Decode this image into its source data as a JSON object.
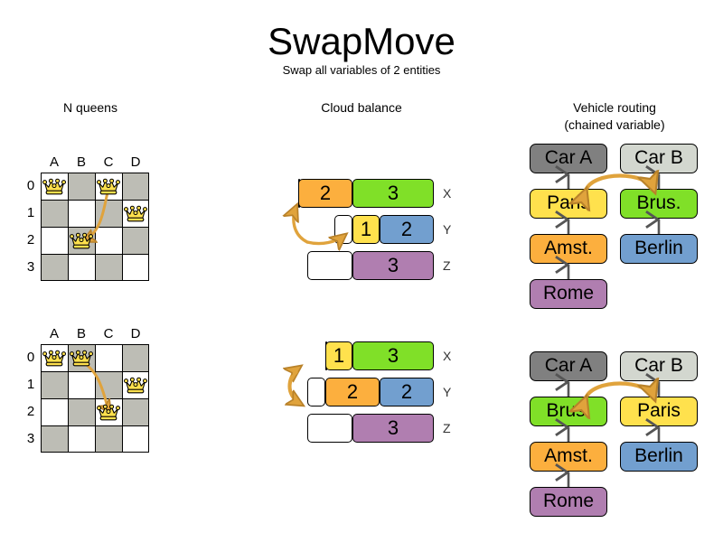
{
  "header": {
    "title": "SwapMove",
    "subtitle": "Swap all variables of 2 entities"
  },
  "sections": {
    "nqueens": {
      "heading": "N queens"
    },
    "cloud": {
      "heading": "Cloud balance"
    },
    "vrp": {
      "heading_line1": "Vehicle routing",
      "heading_line2": "(chained variable)"
    }
  },
  "colors": {
    "yellow": "#FFE14D",
    "green": "#80E028",
    "orange": "#FCAF3E",
    "blue": "#729FCF",
    "purple": "#B07EB0",
    "grey_dark": "#808080",
    "grey_light": "#D3D7CF",
    "board_dark": "#BDBDB5",
    "board_light": "#FFFFFF",
    "arrow": "#E0A33C",
    "queen_gold": "#FFE14D",
    "outline": "#000000"
  },
  "nqueens": {
    "files": [
      "A",
      "B",
      "C",
      "D"
    ],
    "ranks": [
      "0",
      "1",
      "2",
      "3"
    ],
    "before": {
      "queens": [
        {
          "file": "A",
          "rank": "0",
          "col": 0,
          "row": 0
        },
        {
          "file": "C",
          "rank": "0",
          "col": 2,
          "row": 0
        },
        {
          "file": "D",
          "rank": "1",
          "col": 3,
          "row": 1
        },
        {
          "file": "B",
          "rank": "2",
          "col": 1,
          "row": 2
        }
      ],
      "swap_from": "C0",
      "swap_to": "B2"
    },
    "after": {
      "queens": [
        {
          "file": "A",
          "rank": "0",
          "col": 0,
          "row": 0
        },
        {
          "file": "B",
          "rank": "0",
          "col": 1,
          "row": 0
        },
        {
          "file": "D",
          "rank": "1",
          "col": 3,
          "row": 1
        },
        {
          "file": "C",
          "rank": "2",
          "col": 2,
          "row": 2
        }
      ],
      "swap_from": "B0",
      "swap_to": "C2"
    }
  },
  "cloud": {
    "before": {
      "rows": [
        {
          "label": "X",
          "empty_width": 30,
          "segments": [
            {
              "value": "2",
              "color": "#FCAF3E",
              "width": 60
            },
            {
              "value": "3",
              "color": "#80E028",
              "width": 90
            }
          ]
        },
        {
          "label": "Y",
          "empty_width": 70,
          "segments": [
            {
              "value": "1",
              "color": "#FFE14D",
              "width": 30
            },
            {
              "value": "2",
              "color": "#729FCF",
              "width": 60
            }
          ]
        },
        {
          "label": "Z",
          "empty_width": 40,
          "segments": [
            {
              "value": "3",
              "color": "#B07EB0",
              "width": 90
            }
          ]
        }
      ]
    },
    "after": {
      "rows": [
        {
          "label": "X",
          "empty_width": 60,
          "segments": [
            {
              "value": "1",
              "color": "#FFE14D",
              "width": 30
            },
            {
              "value": "3",
              "color": "#80E028",
              "width": 90
            }
          ]
        },
        {
          "label": "Y",
          "empty_width": 40,
          "segments": [
            {
              "value": "2",
              "color": "#FCAF3E",
              "width": 60
            },
            {
              "value": "2",
              "color": "#729FCF",
              "width": 60
            }
          ]
        },
        {
          "label": "Z",
          "empty_width": 40,
          "segments": [
            {
              "value": "3",
              "color": "#B07EB0",
              "width": 90
            }
          ]
        }
      ]
    }
  },
  "vrp": {
    "before": {
      "left_chain": [
        {
          "label": "Car A",
          "color": "#808080"
        },
        {
          "label": "Paris",
          "color": "#FFE14D"
        },
        {
          "label": "Amst.",
          "color": "#FCAF3E"
        },
        {
          "label": "Rome",
          "color": "#B07EB0"
        }
      ],
      "right_chain": [
        {
          "label": "Car B",
          "color": "#D3D7CF"
        },
        {
          "label": "Brus.",
          "color": "#80E028"
        },
        {
          "label": "Berlin",
          "color": "#729FCF"
        }
      ]
    },
    "after": {
      "left_chain": [
        {
          "label": "Car A",
          "color": "#808080"
        },
        {
          "label": "Brus.",
          "color": "#80E028"
        },
        {
          "label": "Amst.",
          "color": "#FCAF3E"
        },
        {
          "label": "Rome",
          "color": "#B07EB0"
        }
      ],
      "right_chain": [
        {
          "label": "Car B",
          "color": "#D3D7CF"
        },
        {
          "label": "Paris",
          "color": "#FFE14D"
        },
        {
          "label": "Berlin",
          "color": "#729FCF"
        }
      ]
    }
  }
}
